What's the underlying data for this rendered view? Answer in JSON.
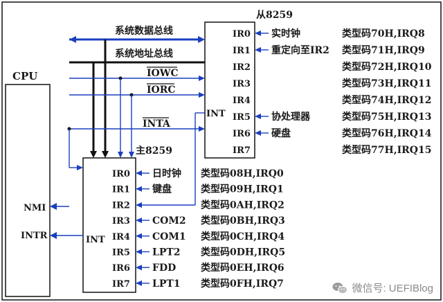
{
  "cpu": {
    "label": "CPU",
    "pins": {
      "nmi": "NMI",
      "intr": "INTR"
    }
  },
  "bus": {
    "data_bus": "系统数据总线",
    "address_bus": "系统地址总线",
    "iowc": "IOWC",
    "iorc": "IORC",
    "inta": "INTA"
  },
  "master": {
    "title": "主8259",
    "int": "INT",
    "irs": [
      {
        "ir": "IR0",
        "device": "日时钟",
        "type": "类型码08H,IRQ0"
      },
      {
        "ir": "IR1",
        "device": "键盘",
        "type": "类型码09H,IRQ1"
      },
      {
        "ir": "IR2",
        "device": "",
        "type": "类型码0AH,IRQ2"
      },
      {
        "ir": "IR3",
        "device": "COM2",
        "type": "类型码0BH,IRQ3"
      },
      {
        "ir": "IR4",
        "device": "COM1",
        "type": "类型码0CH,IRQ4"
      },
      {
        "ir": "IR5",
        "device": "LPT2",
        "type": "类型码0DH,IRQ5"
      },
      {
        "ir": "IR6",
        "device": "FDD",
        "type": "类型码0EH,IRQ6"
      },
      {
        "ir": "IR7",
        "device": "LPT1",
        "type": "类型码0FH,IRQ7"
      }
    ]
  },
  "slave": {
    "title": "从8259",
    "int": "INT",
    "irs": [
      {
        "ir": "IR0",
        "device": "实时钟",
        "type": "类型码70H,IRQ8"
      },
      {
        "ir": "IR1",
        "device": "重定向至IR2",
        "type": "类型码71H,IRQ9"
      },
      {
        "ir": "IR2",
        "device": "",
        "type": "类型码72H,IRQ10"
      },
      {
        "ir": "IR3",
        "device": "",
        "type": "类型码73H,IRQ11"
      },
      {
        "ir": "IR4",
        "device": "",
        "type": "类型码74H,IRQ12"
      },
      {
        "ir": "IR5",
        "device": "协处理器",
        "type": "类型码75H,IRQ13"
      },
      {
        "ir": "IR6",
        "device": "硬盘",
        "type": "类型码76H,IRQ14"
      },
      {
        "ir": "IR7",
        "device": "",
        "type": "类型码77H,IRQ15"
      }
    ]
  },
  "watermark": "微信号: UEFIBlog",
  "colors": {
    "signal_lines": "#1a3fbf",
    "box_lines": "#111111",
    "watermark": "#8a8a8a"
  }
}
